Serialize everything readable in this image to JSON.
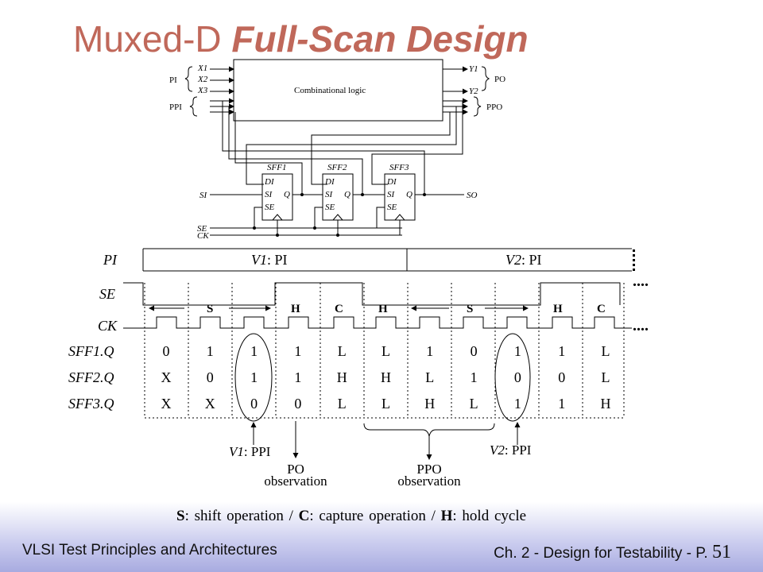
{
  "title": {
    "plain": "Muxed-D ",
    "emph": "Full-Scan Design"
  },
  "circuit": {
    "pi_label": "PI",
    "ppi_label": "PPI",
    "po_label": "PO",
    "ppo_label": "PPO",
    "inputs": [
      "X1",
      "X2",
      "X3"
    ],
    "outputs": [
      "Y1",
      "Y2"
    ],
    "logic_label": "Combinational logic",
    "flipflops": [
      {
        "name": "SFF1",
        "pins": [
          "DI",
          "SI",
          "SE",
          "Q"
        ]
      },
      {
        "name": "SFF2",
        "pins": [
          "DI",
          "SI",
          "SE",
          "Q"
        ]
      },
      {
        "name": "SFF3",
        "pins": [
          "DI",
          "SI",
          "SE",
          "Q"
        ]
      }
    ],
    "si_label": "SI",
    "so_label": "SO",
    "se_label": "SE",
    "ck_label": "CK"
  },
  "timing": {
    "pi_row": {
      "label": "PI",
      "v1": "V1",
      "v1_suffix": ": PI",
      "v2": "V2",
      "v2_suffix": ": PI"
    },
    "se_label": "SE",
    "ck_label": "CK",
    "ops": [
      "S",
      "H",
      "C",
      "H",
      "S",
      "H",
      "C"
    ],
    "state_labels": [
      "SFF1.Q",
      "SFF2.Q",
      "SFF3.Q"
    ],
    "state_rows": [
      [
        "0",
        "1",
        "1",
        "1",
        "L",
        "L",
        "1",
        "0",
        "1",
        "1",
        "L"
      ],
      [
        "X",
        "0",
        "1",
        "1",
        "H",
        "H",
        "L",
        "1",
        "0",
        "0",
        "L"
      ],
      [
        "X",
        "X",
        "0",
        "0",
        "L",
        "L",
        "H",
        "L",
        "1",
        "1",
        "H"
      ]
    ],
    "annotations": {
      "v1_ppi": "V1",
      "v1_ppi_suffix": ": PPI",
      "v2_ppi": "V2",
      "v2_ppi_suffix": ": PPI",
      "po_obs_1": "PO",
      "po_obs_2": "observation",
      "ppo_obs_1": "PPO",
      "ppo_obs_2": "observation",
      "dots": "...."
    }
  },
  "legend": {
    "s_key": "S",
    "s_text": ": shift operation /",
    "c_key": "C",
    "c_text": ": capture operation /",
    "h_key": "H",
    "h_text": ": hold cycle"
  },
  "footer": {
    "left": "VLSI Test Principles and Architectures",
    "right": "Ch. 2 - Design for Testability - P.",
    "page": "51"
  },
  "colors": {
    "title": "#c0685a",
    "footer_band": "#a8abe0"
  }
}
